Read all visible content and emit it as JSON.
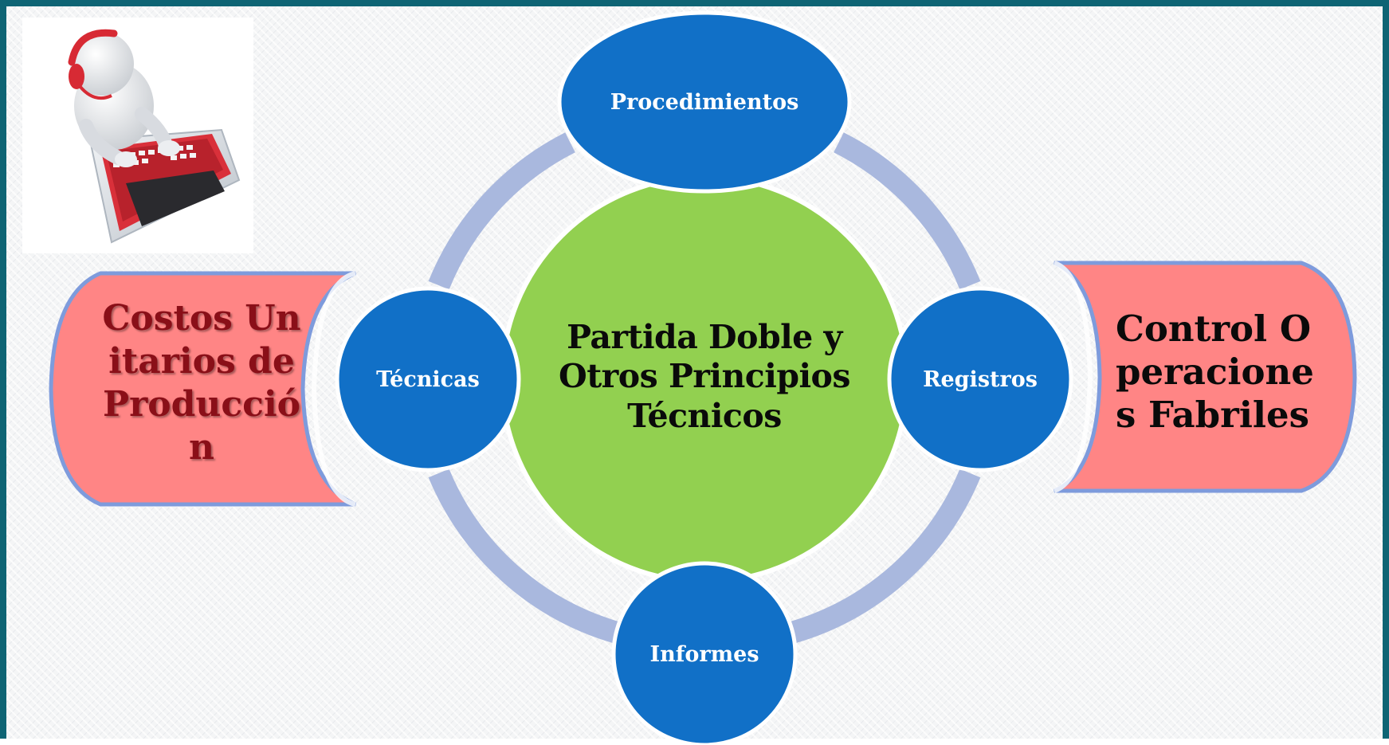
{
  "diagram": {
    "center": {
      "label": "Partida Doble   y Otros Principios Técnicos"
    },
    "nodes": {
      "top": "Procedimientos",
      "left": "Técnicas",
      "right": "Registros",
      "bottom": "Informes"
    },
    "left_scroll": {
      "label": "Costos Unitarios de Producción"
    },
    "right_scroll": {
      "label": "Control Operaciones Fabriles"
    }
  },
  "colors": {
    "node_blue": "#1170c7",
    "center_green": "#92d050",
    "ring": "#a9b8de",
    "scroll_fill": "#ff8585",
    "scroll_edge": "#7e9bdc",
    "frame": "#0e6474"
  },
  "illustration": {
    "icon": "person-typing-on-laptop-with-headphones"
  }
}
